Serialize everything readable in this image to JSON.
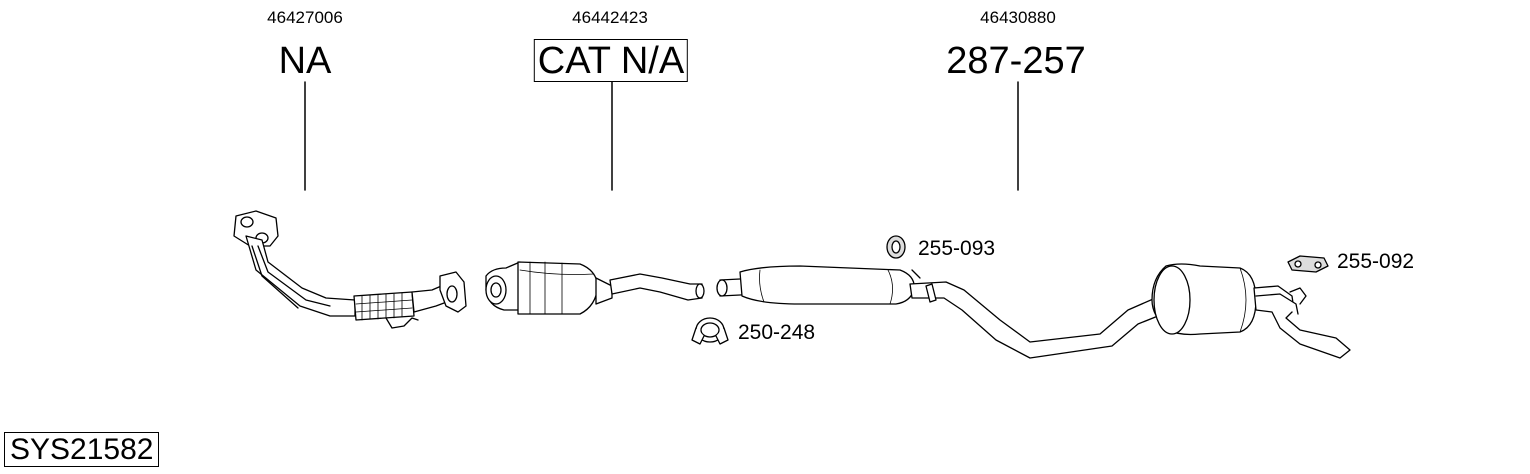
{
  "diagram": {
    "system_code": "SYS21582",
    "sections": [
      {
        "oe_number": "46427006",
        "part_label": "NA",
        "boxed": false
      },
      {
        "oe_number": "46442423",
        "part_label": "CAT N/A",
        "boxed": true
      },
      {
        "oe_number": "46430880",
        "part_label": "287-257",
        "boxed": false
      }
    ],
    "accessories": [
      {
        "label": "255-093",
        "icon": "rubber-ring-hanger-icon"
      },
      {
        "label": "255-092",
        "icon": "rubber-strap-hanger-icon"
      },
      {
        "label": "250-248",
        "icon": "pipe-clamp-icon"
      }
    ]
  }
}
